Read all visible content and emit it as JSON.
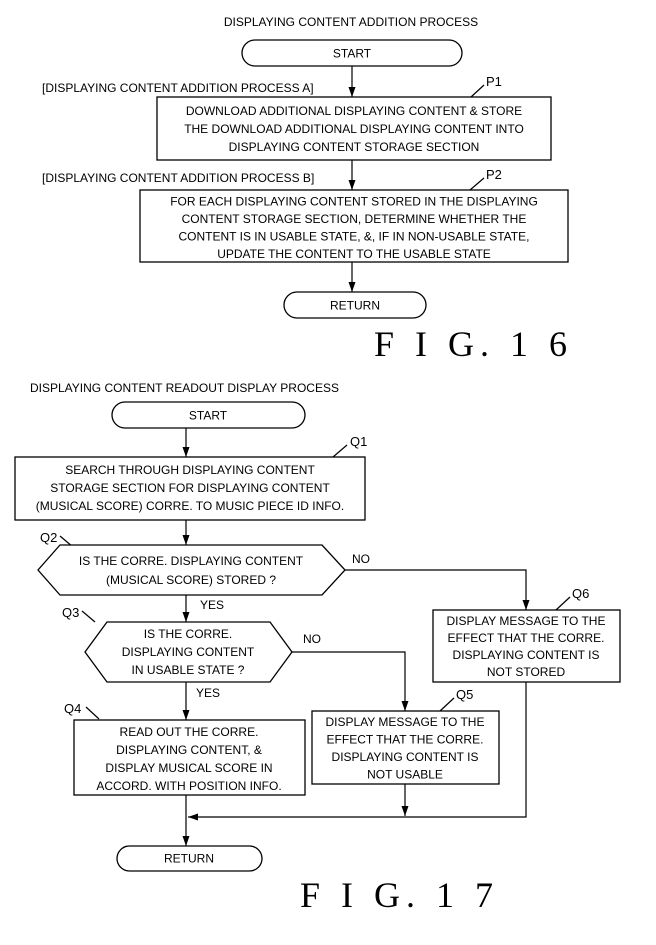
{
  "fig16": {
    "title": "DISPLAYING CONTENT ADDITION PROCESS",
    "start_label": "START",
    "process_a_label": "[DISPLAYING CONTENT ADDITION PROCESS A]",
    "process_b_label": "[DISPLAYING CONTENT ADDITION PROCESS B]",
    "p1": {
      "ref": "P1",
      "lines": [
        "DOWNLOAD ADDITIONAL DISPLAYING CONTENT & STORE",
        "THE DOWNLOAD ADDITIONAL DISPLAYING CONTENT INTO",
        "DISPLAYING CONTENT STORAGE SECTION"
      ]
    },
    "p2": {
      "ref": "P2",
      "lines": [
        "FOR EACH DISPLAYING CONTENT STORED IN THE DISPLAYING",
        "CONTENT STORAGE SECTION, DETERMINE WHETHER THE",
        "CONTENT IS IN USABLE STATE, &, IF IN NON-USABLE STATE,",
        "UPDATE THE CONTENT TO THE USABLE STATE"
      ]
    },
    "end_label": "RETURN",
    "figure_label": "F I G. 1 6"
  },
  "fig17": {
    "title": "DISPLAYING CONTENT READOUT DISPLAY PROCESS",
    "start_label": "START",
    "q1": {
      "ref": "Q1",
      "lines": [
        "SEARCH THROUGH DISPLAYING CONTENT",
        "STORAGE SECTION FOR DISPLAYING CONTENT",
        "(MUSICAL SCORE) CORRE. TO MUSIC PIECE ID INFO."
      ]
    },
    "q2": {
      "ref": "Q2",
      "lines": [
        "IS THE CORRE. DISPLAYING CONTENT",
        "(MUSICAL SCORE) STORED ?"
      ],
      "yes": "YES",
      "no": "NO"
    },
    "q3": {
      "ref": "Q3",
      "lines": [
        "IS THE CORRE.",
        "DISPLAYING CONTENT",
        "IN USABLE STATE ?"
      ],
      "yes": "YES",
      "no": "NO"
    },
    "q4": {
      "ref": "Q4",
      "lines": [
        "READ OUT THE CORRE.",
        "DISPLAYING CONTENT, &",
        "DISPLAY MUSICAL SCORE IN",
        "ACCORD. WITH POSITION INFO."
      ]
    },
    "q5": {
      "ref": "Q5",
      "lines": [
        "DISPLAY MESSAGE TO THE",
        "EFFECT THAT THE CORRE.",
        "DISPLAYING CONTENT IS",
        "NOT USABLE"
      ]
    },
    "q6": {
      "ref": "Q6",
      "lines": [
        "DISPLAY MESSAGE TO THE",
        "EFFECT THAT THE CORRE.",
        "DISPLAYING CONTENT IS",
        "NOT STORED"
      ]
    },
    "end_label": "RETURN",
    "figure_label": "F I G. 1 7"
  },
  "colors": {
    "ink": "#000000",
    "paper": "#ffffff"
  }
}
